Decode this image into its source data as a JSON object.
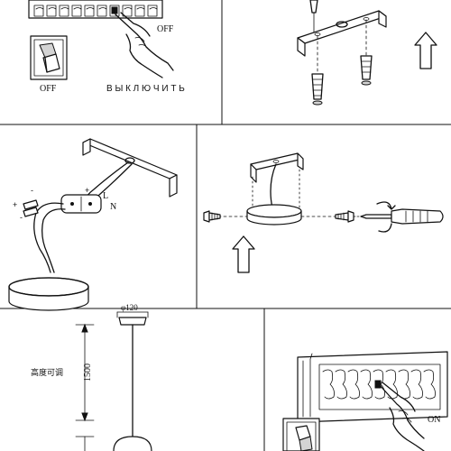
{
  "panel1": {
    "switch_off_label": "OFF",
    "breaker_off_label": "OFF",
    "instruction_text": "В Ы К Л Ю Ч И Т Ь"
  },
  "panel3": {
    "wire_plus_left": "+",
    "wire_minus_left": "-",
    "wire_minus_top": "-",
    "driver_plus": "+",
    "terminal_l": "L",
    "terminal_n": "N"
  },
  "panel5": {
    "diameter_label": "φ120",
    "height_label": "1500",
    "adjustable_height_label": "高度可调"
  },
  "panel6": {
    "switch_on_label": "ON"
  }
}
